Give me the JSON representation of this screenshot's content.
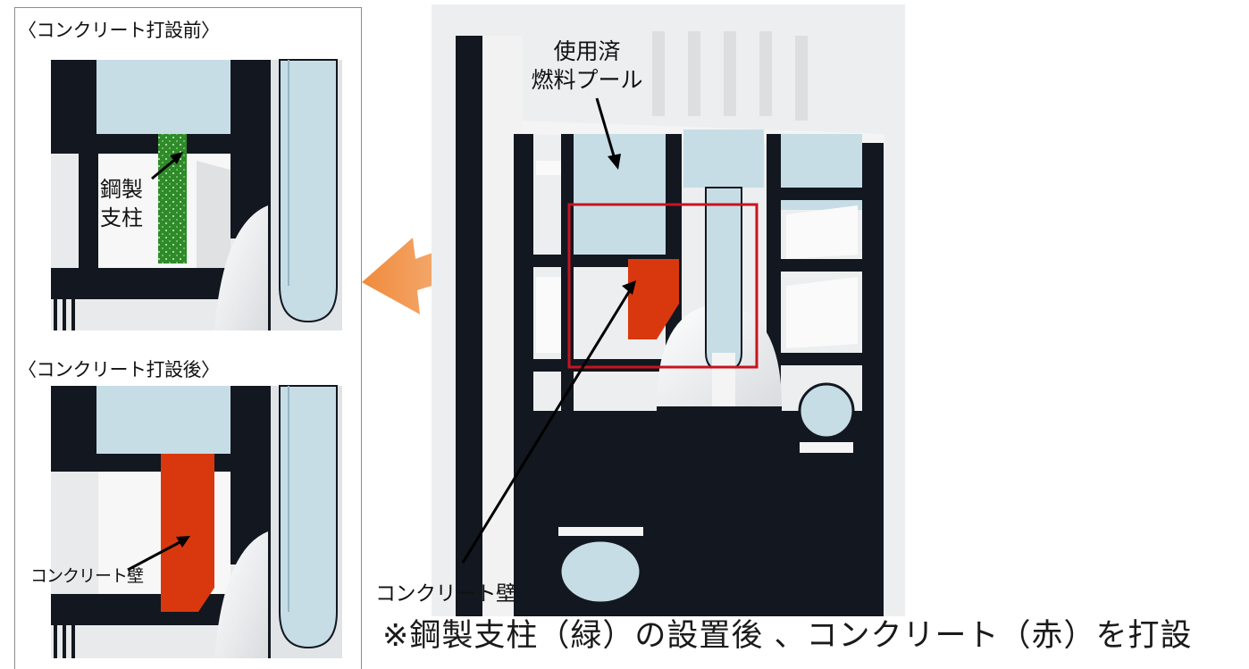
{
  "left_panel": {
    "before": {
      "title": "〈コンクリート打設前〉",
      "label_line1": "鋼製",
      "label_line2": "支柱"
    },
    "after": {
      "title": "〈コンクリート打設後〉",
      "label": "コンクリート壁"
    }
  },
  "main_diagram": {
    "pool_label_line1": "使用済",
    "pool_label_line2": "燃料プール",
    "wall_label": "コンクリート壁"
  },
  "footnote": "※鋼製支柱（緑）の設置後 、コンクリート（赤）を打設",
  "colors": {
    "concrete_wall_red": "#d9380f",
    "steel_column_green": "#2f8a2a",
    "water_blue": "#c6dde6",
    "structure_black": "#121720",
    "callout_frame_red": "#c8141e",
    "arrow_orange": "#f08a3c"
  }
}
